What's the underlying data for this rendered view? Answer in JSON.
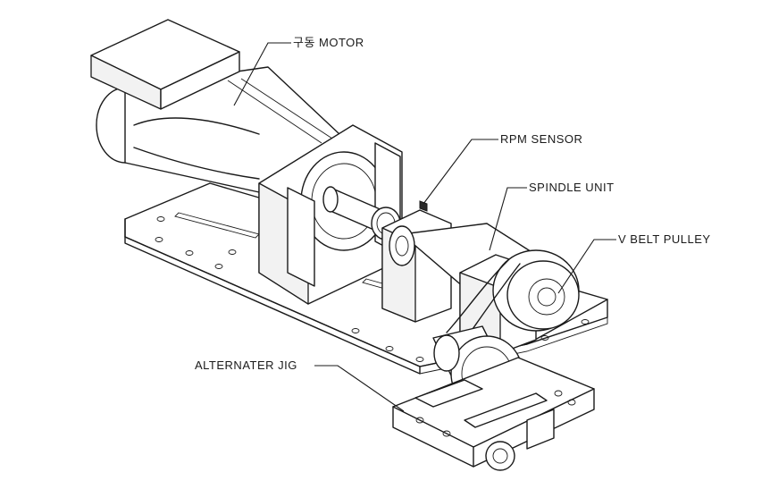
{
  "labels": {
    "motor": "구동 MOTOR",
    "rpm_sensor": "RPM SENSOR",
    "spindle_unit": "SPINDLE UNIT",
    "v_belt_pulley": "V BELT PULLEY",
    "alternater_jig": "ALTERNATER JIG"
  }
}
